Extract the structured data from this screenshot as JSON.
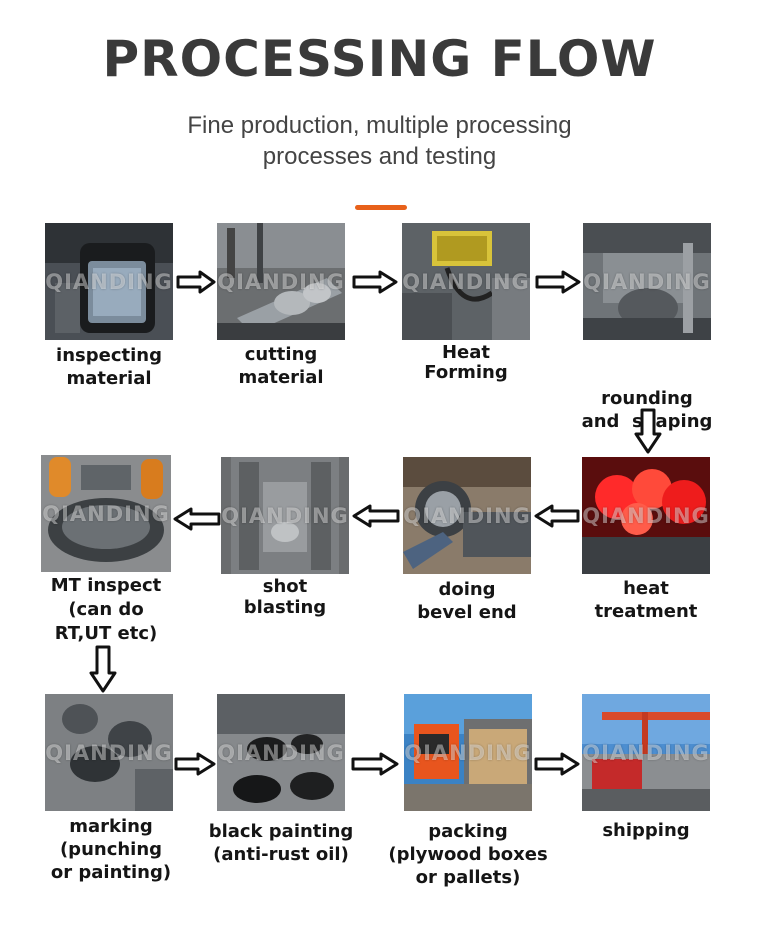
{
  "header": {
    "title": "PROCESSING FLOW",
    "subtitle_line1": "Fine production, multiple processing",
    "subtitle_line2": "processes and testing",
    "accent_color": "#e8611a"
  },
  "watermark": "QIANDING",
  "steps": [
    {
      "id": "inspecting-material",
      "lines": [
        "inspecting",
        "material"
      ]
    },
    {
      "id": "cutting-material",
      "lines": [
        "cutting",
        "material"
      ]
    },
    {
      "id": "heat-forming",
      "lines": [
        "Heat",
        "Forming"
      ]
    },
    {
      "id": "rounding-shaping",
      "lines": [
        "rounding",
        "and  shaping"
      ]
    },
    {
      "id": "heat-treatment",
      "lines": [
        "heat",
        "treatment"
      ]
    },
    {
      "id": "doing-bevel-end",
      "lines": [
        "doing",
        "bevel end"
      ]
    },
    {
      "id": "shot-blasting",
      "lines": [
        "shot",
        "blasting"
      ]
    },
    {
      "id": "mt-inspect",
      "lines": [
        "MT inspect",
        "(can do",
        "RT,UT etc)"
      ]
    },
    {
      "id": "marking",
      "lines": [
        "marking",
        "(punching",
        "or painting)"
      ]
    },
    {
      "id": "black-painting",
      "lines": [
        "black painting",
        "(anti-rust oil)"
      ]
    },
    {
      "id": "packing",
      "lines": [
        "packing",
        "(plywood boxes",
        "or pallets)"
      ]
    },
    {
      "id": "shipping",
      "lines": [
        "shipping"
      ]
    }
  ]
}
